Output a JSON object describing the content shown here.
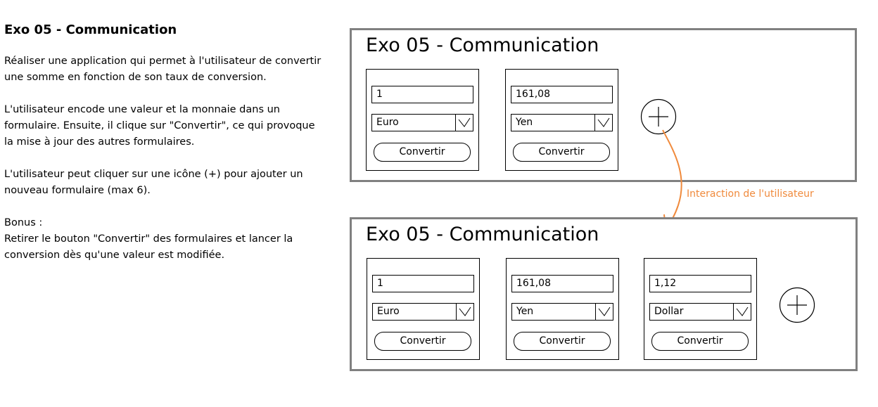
{
  "instructions": {
    "title": "Exo 05 - Communication",
    "paragraphs": [
      "Réaliser une application qui permet à l'utilisateur de convertir\nune somme en fonction de son taux de conversion.",
      "L'utilisateur encode une valeur et la monnaie dans un\nformulaire. Ensuite, il clique sur \"Convertir\", ce qui provoque\nla mise à jour des autres formulaires.",
      "L'utilisateur peut cliquer sur une icône (+) pour ajouter un\nnouveau formulaire (max 6).",
      "Bonus :\nRetirer le bouton \"Convertir\" des formulaires et lancer la\nconversion dès qu'une valeur est modifiée."
    ]
  },
  "mockup_before": {
    "title": "Exo 05 - Communication",
    "forms": [
      {
        "value": "1",
        "currency": "Euro",
        "button": "Convertir"
      },
      {
        "value": "161,08",
        "currency": "Yen",
        "button": "Convertir"
      }
    ]
  },
  "interaction": {
    "label": "Interaction de l'utilisateur",
    "color": "#f08a3c"
  },
  "mockup_after": {
    "title": "Exo 05 - Communication",
    "forms": [
      {
        "value": "1",
        "currency": "Euro",
        "button": "Convertir"
      },
      {
        "value": "161,08",
        "currency": "Yen",
        "button": "Convertir"
      },
      {
        "value": "1,12",
        "currency": "Dollar",
        "button": "Convertir"
      }
    ]
  },
  "icons": {
    "add": "plus-circle-icon",
    "dropdown": "chevron-down-icon"
  }
}
